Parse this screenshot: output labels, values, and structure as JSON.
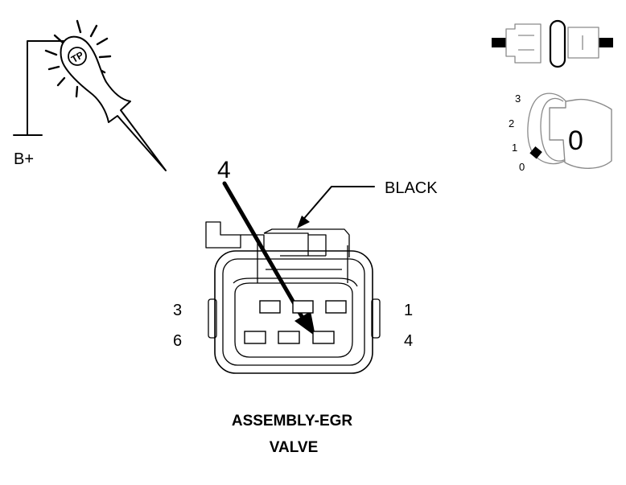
{
  "probe": {
    "supply_label": "B+",
    "tool_marking": "TP",
    "icon": "test-light-probe-icon"
  },
  "pin_callout": {
    "number": "4"
  },
  "connector": {
    "color_label": "BLACK",
    "pin_labels": {
      "top_left": "3",
      "top_right": "1",
      "bottom_left": "6",
      "bottom_right": "4"
    },
    "name_line1": "ASSEMBLY-EGR",
    "name_line2": "VALVE"
  },
  "ignition": {
    "icon": "ignition-switch-icon",
    "positions": [
      "3",
      "2",
      "1",
      "0"
    ],
    "current_position": "0"
  },
  "disconnect_icon": "connector-disconnected-icon",
  "colors": {
    "line": "#000000",
    "ghost_line": "#8a8a8a",
    "background": "#ffffff"
  }
}
